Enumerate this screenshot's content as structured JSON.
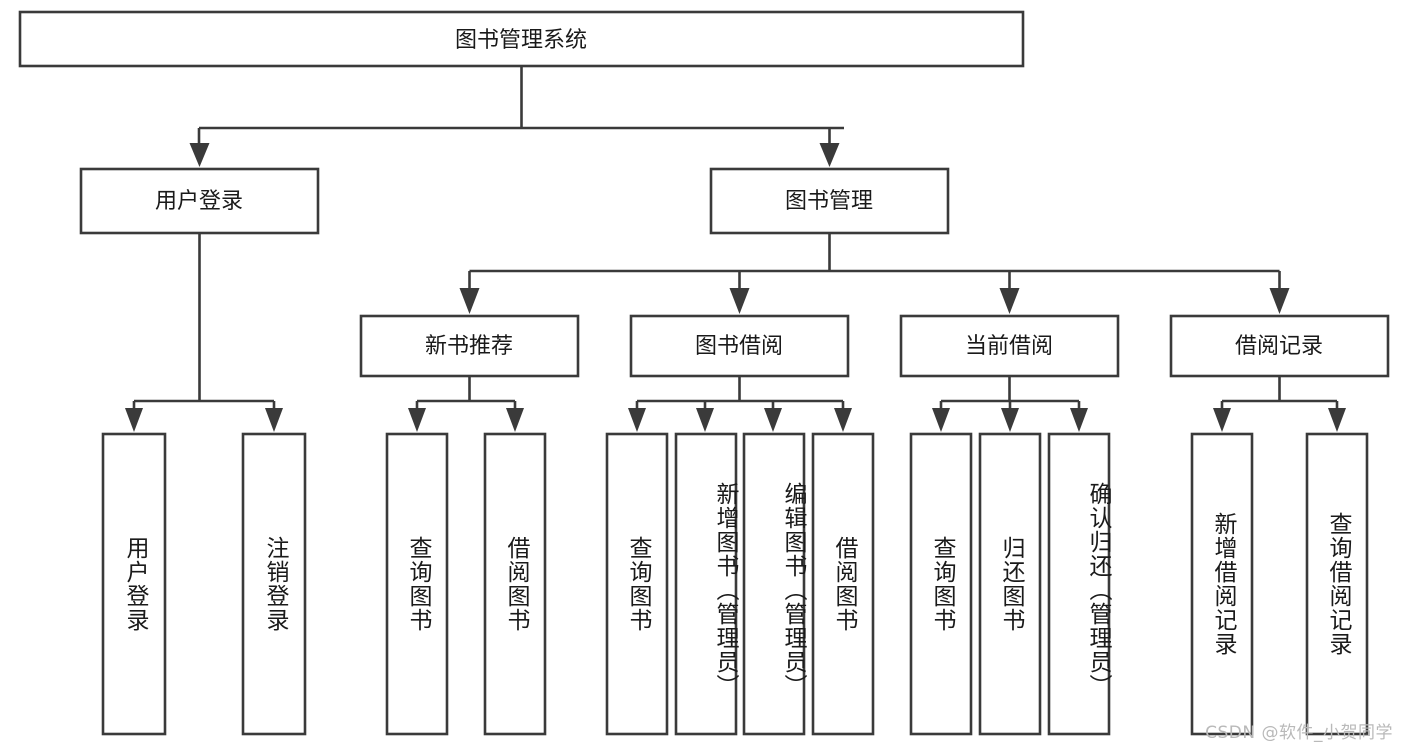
{
  "diagram": {
    "type": "tree-hierarchy",
    "title": "图书管理系统",
    "orientation": "top-down",
    "colors": {
      "box_stroke": "#3a3a3a",
      "box_fill": "#ffffff",
      "text": "#1a1a1a",
      "background": "#ffffff",
      "watermark": "#b9b9b9"
    },
    "levels": {
      "root": {
        "label": "图书管理系统"
      },
      "level2": [
        {
          "label": "用户登录"
        },
        {
          "label": "图书管理"
        }
      ],
      "level3": [
        {
          "label": "新书推荐"
        },
        {
          "label": "图书借阅"
        },
        {
          "label": "当前借阅"
        },
        {
          "label": "借阅记录"
        }
      ],
      "leaves": {
        "user_login": [
          {
            "label": "用户登录"
          },
          {
            "label": "注销登录"
          }
        ],
        "new_book_recommend": [
          {
            "label": "查询图书"
          },
          {
            "label": "借阅图书"
          }
        ],
        "book_borrow": [
          {
            "label": "查询图书"
          },
          {
            "label": "新增图书（管理员）"
          },
          {
            "label": "编辑图书（管理员）"
          },
          {
            "label": "借阅图书"
          }
        ],
        "current_borrow": [
          {
            "label": "查询图书"
          },
          {
            "label": "归还图书"
          },
          {
            "label": "确认归还（管理员）"
          }
        ],
        "borrow_records": [
          {
            "label": "新增借阅记录"
          },
          {
            "label": "查询借阅记录"
          }
        ]
      }
    }
  },
  "watermark": {
    "text": "CSDN @软件_小贺同学"
  }
}
